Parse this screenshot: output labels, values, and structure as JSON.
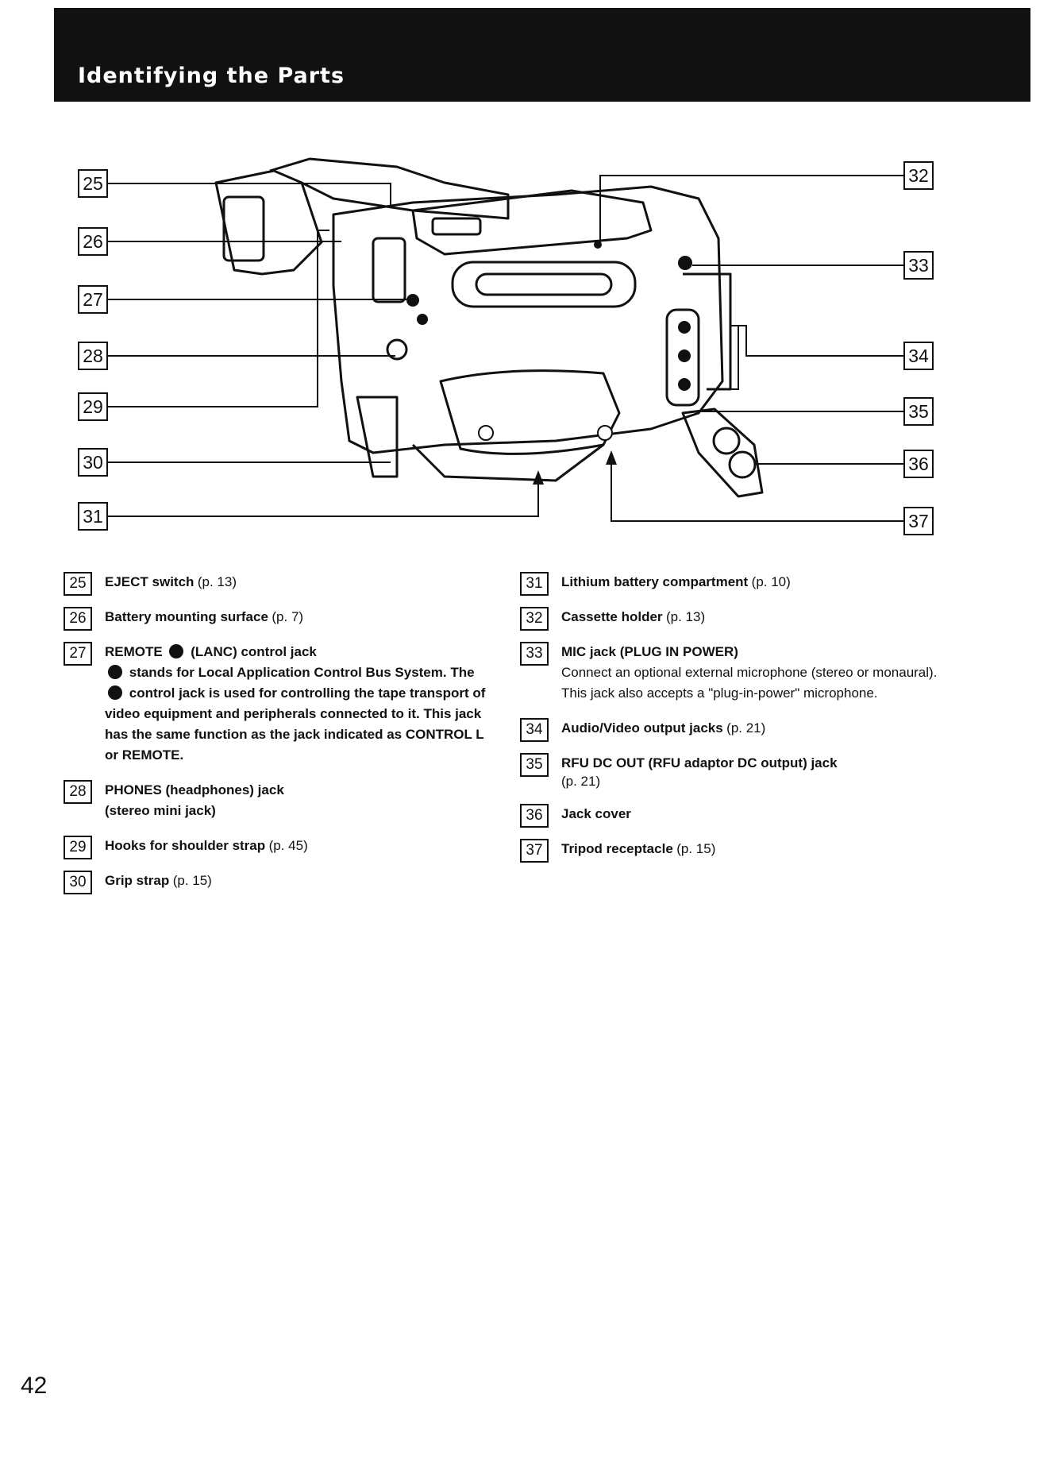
{
  "header": {
    "title": "Identifying the Parts"
  },
  "figure": {
    "callouts_left": [
      "25",
      "26",
      "27",
      "28",
      "29",
      "30",
      "31"
    ],
    "callouts_right": [
      "32",
      "33",
      "34",
      "35",
      "36",
      "37"
    ]
  },
  "left_items": [
    {
      "num": "25",
      "label": "EJECT switch",
      "ref": "(p. 13)"
    },
    {
      "num": "26",
      "label": "Battery mounting surface",
      "ref": "(p. 7)"
    },
    {
      "num": "27",
      "label_a": "REMOTE",
      "label_b": "(LANC) control jack",
      "desc1_b": "stands for Local Application Control Bus System. The",
      "desc1_c": "control jack is used for controlling the tape transport of video equipment and peripherals connected to it. This jack has the same function as the jack indicated as CONTROL L or REMOTE."
    },
    {
      "num": "28",
      "label": "PHONES (headphones) jack",
      "desc": "(stereo mini jack)"
    },
    {
      "num": "29",
      "label": "Hooks for shoulder strap",
      "ref": "(p. 45)"
    },
    {
      "num": "30",
      "label": "Grip strap",
      "ref": "(p. 15)"
    }
  ],
  "right_items": [
    {
      "num": "31",
      "label": "Lithium battery compartment",
      "ref": "(p. 10)"
    },
    {
      "num": "32",
      "label": "Cassette holder",
      "ref": "(p. 13)"
    },
    {
      "num": "33",
      "label": "MIC jack (PLUG IN POWER)",
      "desc": "Connect an optional external microphone (stereo or monaural). This jack also accepts a \"plug-in-power\" microphone."
    },
    {
      "num": "34",
      "label": "Audio/Video output jacks",
      "ref": "(p. 21)"
    },
    {
      "num": "35",
      "label": "RFU DC OUT (RFU adaptor DC output) jack",
      "ref": "(p. 21)"
    },
    {
      "num": "36",
      "label": "Jack cover"
    },
    {
      "num": "37",
      "label": "Tripod receptacle",
      "ref": "(p. 15)"
    }
  ],
  "page_number": "42"
}
